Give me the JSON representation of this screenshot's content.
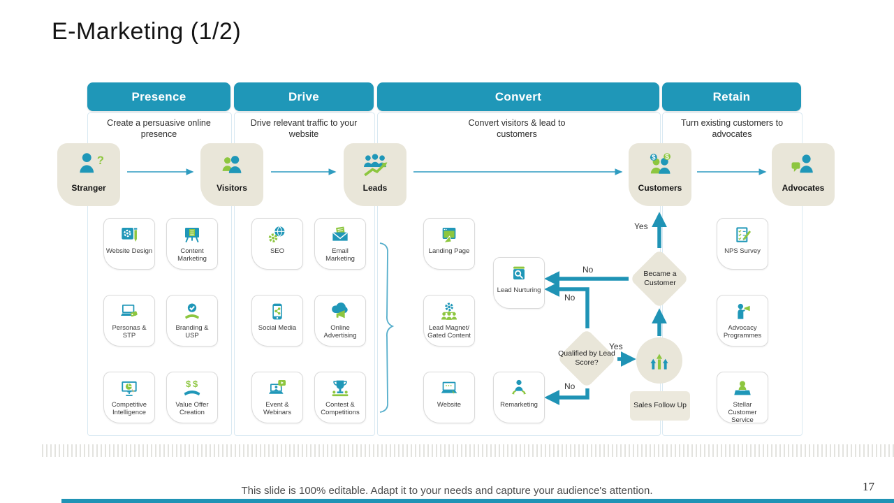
{
  "slide": {
    "title": "E-Marketing (1/2)",
    "page_number": "17",
    "footer_note": "This slide is 100% editable. Adapt it to your needs and capture your audience's attention."
  },
  "colors": {
    "teal": "#1f97b8",
    "green": "#8dc63f",
    "beige": "#e9e6d9"
  },
  "stages": [
    {
      "label": "Presence",
      "subtitle": "Create a persuasive online presence"
    },
    {
      "label": "Drive",
      "subtitle": "Drive relevant traffic to your website"
    },
    {
      "label": "Convert",
      "subtitle": "Convert visitors & lead to customers"
    },
    {
      "label": "Retain",
      "subtitle": "Turn existing customers to advocates"
    }
  ],
  "personas": [
    {
      "label": "Stranger",
      "icon": "person-question-icon"
    },
    {
      "label": "Visitors",
      "icon": "people-icon"
    },
    {
      "label": "Leads",
      "icon": "people-trend-icon"
    },
    {
      "label": "Customers",
      "icon": "people-dollar-icon"
    },
    {
      "label": "Advocates",
      "icon": "person-chat-icon"
    }
  ],
  "presence_items": [
    {
      "label": "Website Design",
      "icon": "website-design-icon"
    },
    {
      "label": "Content Marketing",
      "icon": "content-marketing-icon"
    },
    {
      "label": "Personas & STP",
      "icon": "personas-stp-icon"
    },
    {
      "label": "Branding & USP",
      "icon": "branding-usp-icon"
    },
    {
      "label": "Competitive Intelligence",
      "icon": "competitive-intelligence-icon"
    },
    {
      "label": "Value Offer Creation",
      "icon": "value-offer-icon"
    }
  ],
  "drive_items": [
    {
      "label": "SEO",
      "icon": "seo-icon"
    },
    {
      "label": "Email Marketing",
      "icon": "email-marketing-icon"
    },
    {
      "label": "Social Media",
      "icon": "social-media-icon"
    },
    {
      "label": "Online Advertising",
      "icon": "online-advertising-icon"
    },
    {
      "label": "Event & Webinars",
      "icon": "event-webinars-icon"
    },
    {
      "label": "Contest & Competitions",
      "icon": "contest-icon"
    }
  ],
  "convert_left_items": [
    {
      "label": "Landing Page",
      "icon": "landing-page-icon"
    },
    {
      "label": "Lead Magnet/ Gated Content",
      "icon": "lead-magnet-icon"
    },
    {
      "label": "Website",
      "icon": "website-icon"
    }
  ],
  "convert_mid_items": [
    {
      "label": "Lead Nurturing",
      "icon": "lead-nurturing-icon"
    },
    {
      "label": "Remarketing",
      "icon": "remarketing-icon"
    }
  ],
  "retain_items": [
    {
      "label": "NPS Survey",
      "icon": "nps-survey-icon"
    },
    {
      "label": "Advocacy Programmes",
      "icon": "advocacy-icon"
    },
    {
      "label": "Stellar Customer Service",
      "icon": "stellar-customer-icon"
    }
  ],
  "flow": {
    "became_customer": "Became a Customer",
    "qualified": "Qualified by Lead Score?",
    "sales_follow_up": "Sales Follow Up",
    "sales_icon": "sales-arrows-icon",
    "yes_top": "Yes",
    "no_top": "No",
    "no_mid": "No",
    "yes_mid": "Yes",
    "no_bottom": "No"
  }
}
